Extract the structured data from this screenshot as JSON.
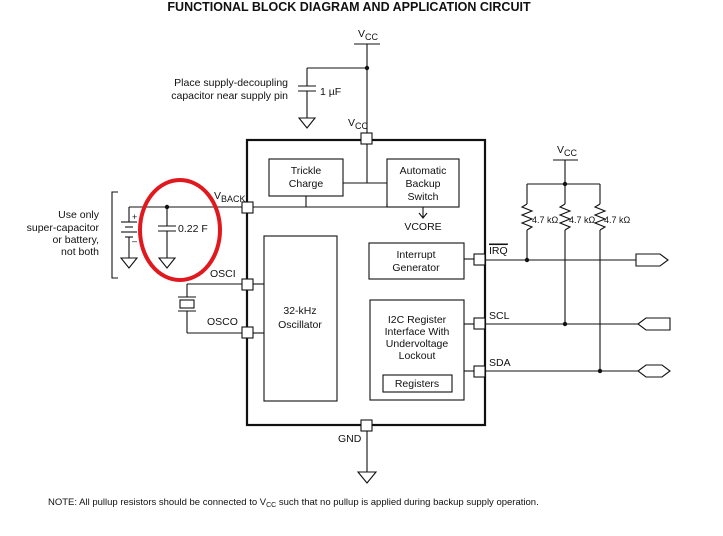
{
  "title": "FUNCTIONAL BLOCK DIAGRAM AND APPLICATION CIRCUIT",
  "supply": {
    "vcc_top": "V",
    "vcc_sub": "CC",
    "decoupling_note_line1": "Place supply-decoupling",
    "decoupling_note_line2": "capacitor near supply pin",
    "cap_value": "1 µF"
  },
  "pins": {
    "vcc": "V",
    "vcc_sub": "CC",
    "vback": "V",
    "vback_sub": "BACK",
    "osci": "OSCI",
    "osco": "OSCO",
    "gnd": "GND",
    "irq": "IRQ",
    "scl": "SCL",
    "sda": "SDA"
  },
  "blocks": {
    "trickle_line1": "Trickle",
    "trickle_line2": "Charge",
    "switch_line1": "Automatic",
    "switch_line2": "Backup",
    "switch_line3": "Switch",
    "vcore": "VCORE",
    "interrupt_line1": "Interrupt",
    "interrupt_line2": "Generator",
    "osc_line1": "32-kHz",
    "osc_line2": "Oscillator",
    "i2c_line1": "I2C Register",
    "i2c_line2": "Interface With",
    "i2c_line3": "Undervoltage",
    "i2c_line4": "Lockout",
    "registers": "Registers"
  },
  "backup": {
    "note_line1": "Use only",
    "note_line2": "super-capacitor",
    "note_line3": "or battery,",
    "note_line4": "not both",
    "plus": "+",
    "minus": "–",
    "cap_value": "0.22 F"
  },
  "pullups": {
    "vcc": "V",
    "vcc_sub": "CC",
    "r1": "4.7 kΩ",
    "r2": "4.7 kΩ",
    "r3": "4.7 kΩ"
  },
  "note": {
    "prefix": "NOTE:  All pullup resistors should be connected to V",
    "sub": "CC",
    "suffix": " such that no pullup is applied during backup supply operation."
  },
  "colors": {
    "highlight": "#e0191f",
    "ink": "#111111"
  }
}
